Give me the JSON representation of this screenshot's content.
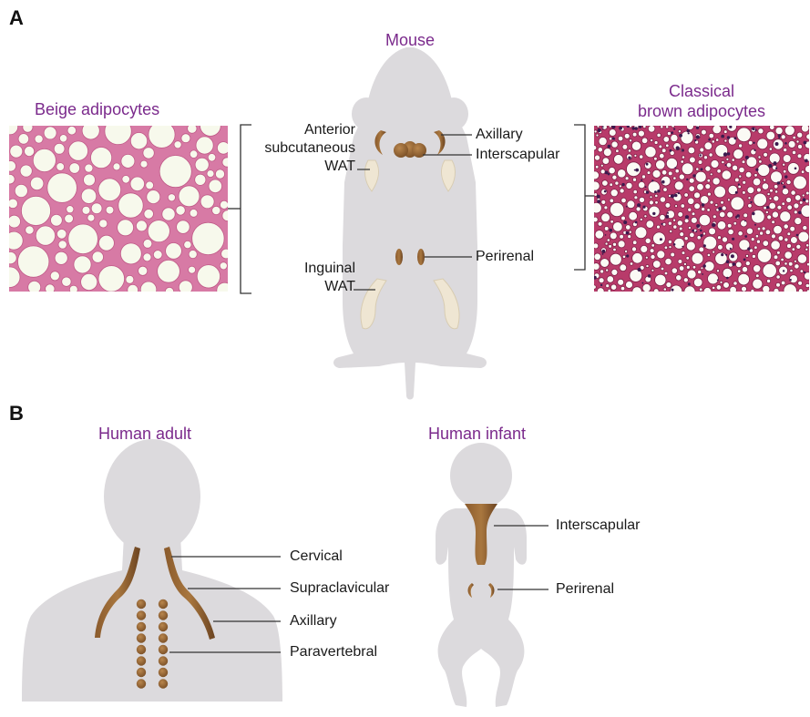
{
  "panel_a": {
    "letter": "A",
    "mouse_title": "Mouse",
    "beige_title": "Beige adipocytes",
    "brown_title_line1": "Classical",
    "brown_title_line2": "brown adipocytes",
    "labels": {
      "anterior_line1": "Anterior",
      "anterior_line2": "subcutaneous",
      "anterior_line3": "WAT",
      "inguinal_line1": "Inguinal",
      "inguinal_line2": "WAT",
      "axillary": "Axillary",
      "interscapular": "Interscapular",
      "perirenal": "Perirenal"
    }
  },
  "panel_b": {
    "letter": "B",
    "adult_title": "Human adult",
    "infant_title": "Human infant",
    "adult_labels": {
      "cervical": "Cervical",
      "supraclavicular": "Supraclavicular",
      "axillary": "Axillary",
      "paravertebral": "Paravertebral"
    },
    "infant_labels": {
      "interscapular": "Interscapular",
      "perirenal": "Perirenal"
    }
  },
  "colors": {
    "title": "#7b2a8c",
    "silhouette": "#dcdadd",
    "brown_fat": "#6b4320",
    "white_fat": "#efe6d3",
    "leader": "#333333",
    "histology_beige_bg": "#d77aa5",
    "histology_brown_bg": "#b83b6a"
  }
}
